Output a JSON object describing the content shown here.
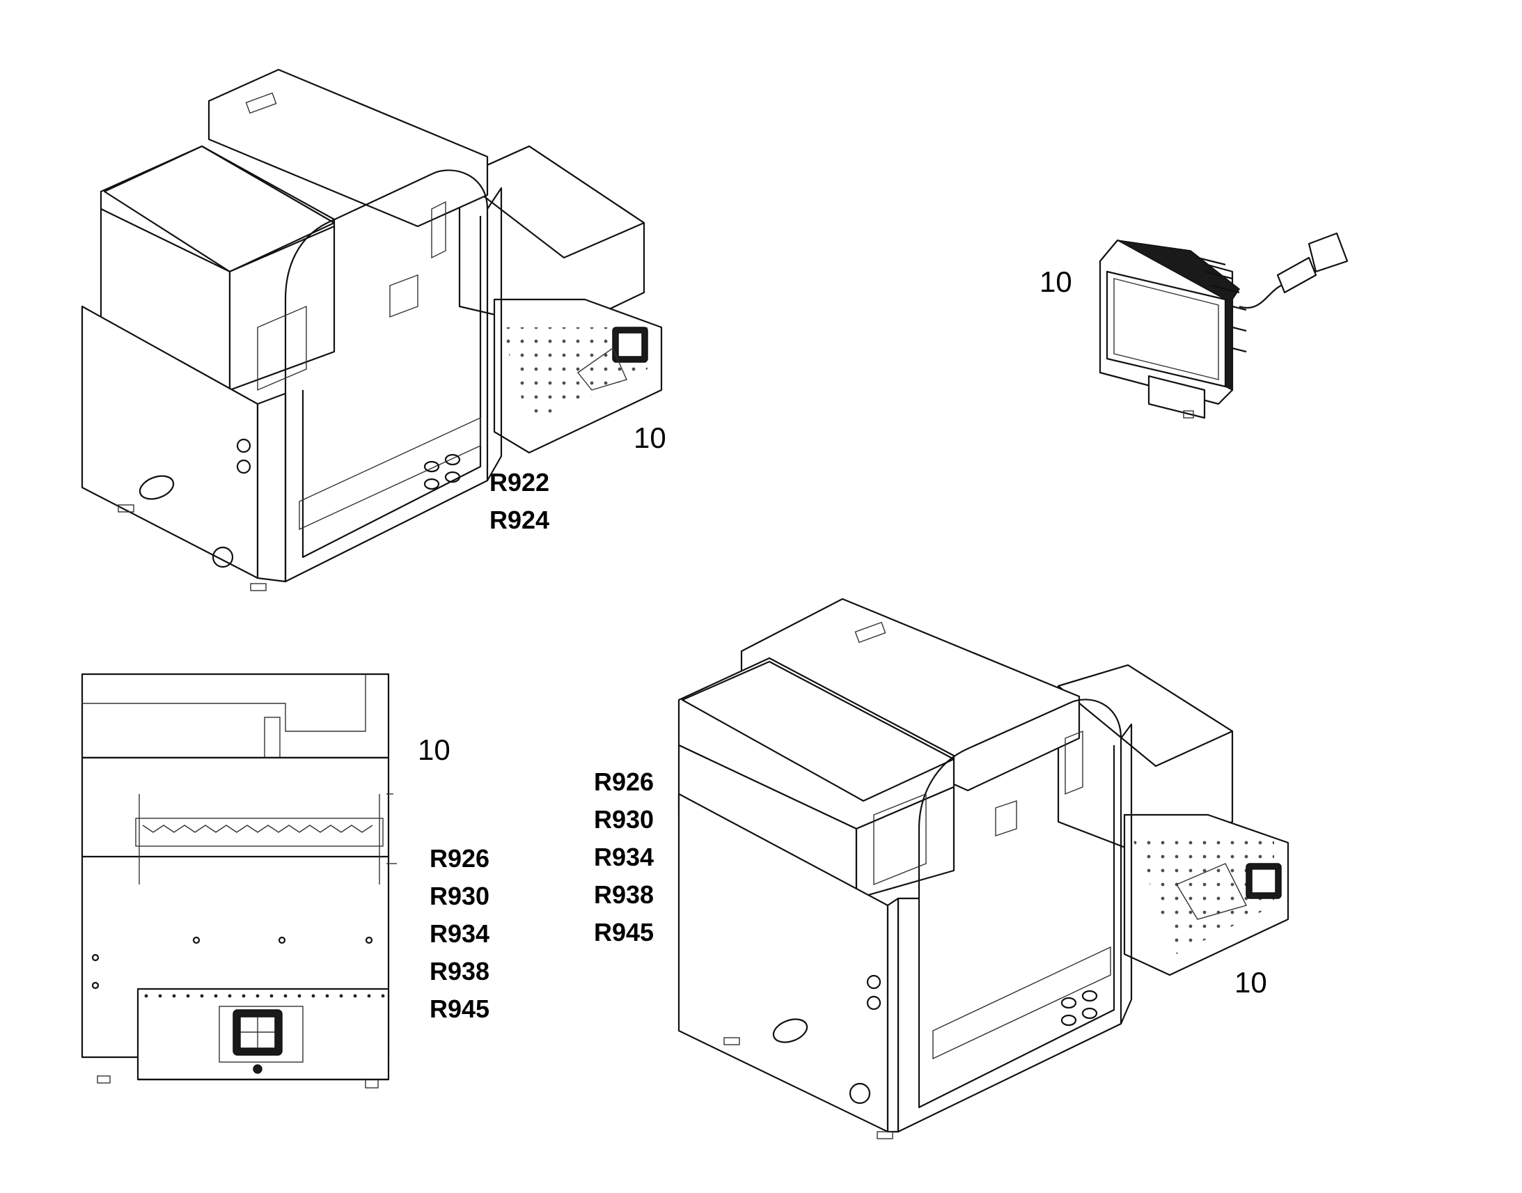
{
  "callouts": {
    "view1_item": "10",
    "view1_refs": [
      "R922",
      "R924"
    ],
    "lamp_item": "10",
    "view2_item": "10",
    "view2_refs": [
      "R926",
      "R930",
      "R934",
      "R938",
      "R945"
    ],
    "view3_item": "10",
    "view3_refs": [
      "R926",
      "R930",
      "R934",
      "R938",
      "R945"
    ]
  }
}
